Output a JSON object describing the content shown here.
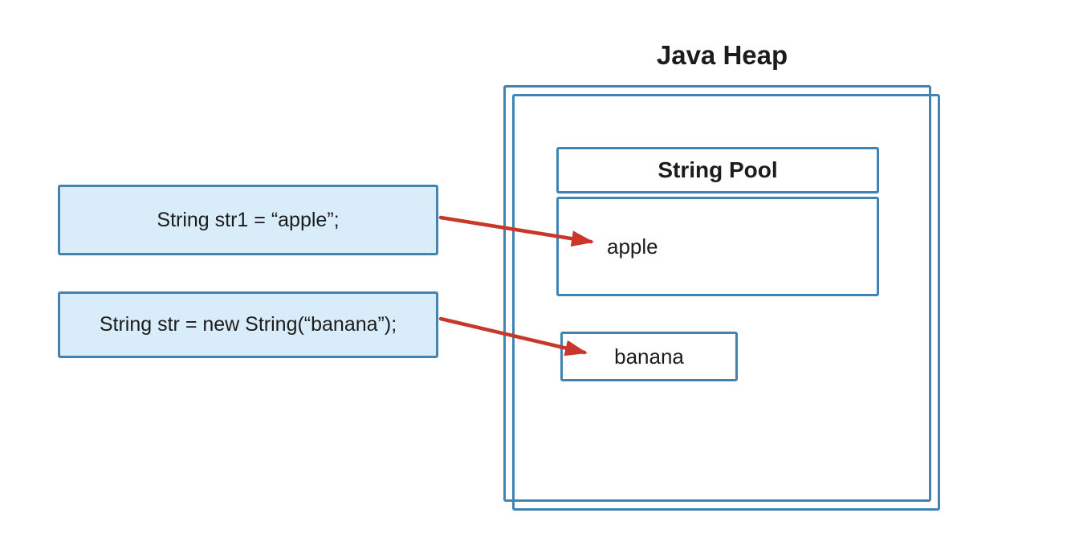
{
  "diagram": {
    "title": "Java Heap",
    "string_pool": {
      "title": "String Pool",
      "entries": [
        "apple"
      ]
    },
    "heap_objects": [
      "banana"
    ],
    "code_statements": [
      "String str1 = “apple”;",
      "String str = new String(“banana”);"
    ],
    "references": [
      {
        "from": "String str1 = “apple”;",
        "to": "apple",
        "target_region": "string-pool"
      },
      {
        "from": "String str = new String(“banana”);",
        "to": "banana",
        "target_region": "heap"
      }
    ]
  },
  "colors": {
    "border_blue": "#4183b1",
    "code_fill": "#d9ecf9",
    "arrow_red": "#c9372a",
    "text": "#1c1c1c"
  }
}
